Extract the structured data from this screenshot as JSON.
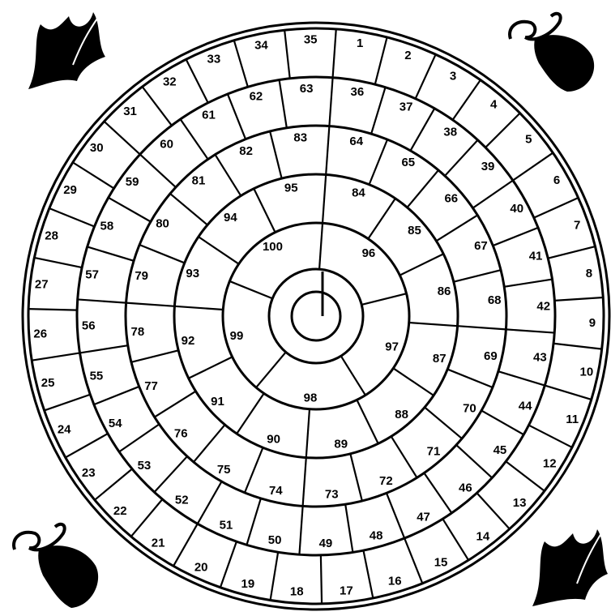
{
  "game": {
    "type": "spiral race board",
    "start_square": "1",
    "finish_square": "100",
    "squares": [
      "1",
      "2",
      "3",
      "4",
      "5",
      "6",
      "7",
      "8",
      "9",
      "10",
      "11",
      "12",
      "13",
      "14",
      "15",
      "16",
      "17",
      "18",
      "19",
      "20",
      "21",
      "22",
      "23",
      "24",
      "25",
      "26",
      "27",
      "28",
      "29",
      "30",
      "31",
      "32",
      "33",
      "34",
      "35",
      "36",
      "37",
      "38",
      "39",
      "40",
      "41",
      "42",
      "43",
      "44",
      "45",
      "46",
      "47",
      "48",
      "49",
      "50",
      "51",
      "52",
      "53",
      "54",
      "55",
      "56",
      "57",
      "58",
      "59",
      "60",
      "61",
      "62",
      "63",
      "64",
      "65",
      "66",
      "67",
      "68",
      "69",
      "70",
      "71",
      "72",
      "73",
      "74",
      "75",
      "76",
      "77",
      "78",
      "79",
      "80",
      "81",
      "82",
      "83",
      "84",
      "85",
      "86",
      "87",
      "88",
      "89",
      "90",
      "91",
      "92",
      "93",
      "94",
      "95",
      "96",
      "97",
      "98",
      "99",
      "100"
    ],
    "decorations": [
      "leaf-ornament",
      "scroll-ornament",
      "scroll-ornament",
      "leaf-ornament"
    ],
    "colors": {
      "ink": "#000000",
      "paper": "#ffffff"
    }
  }
}
